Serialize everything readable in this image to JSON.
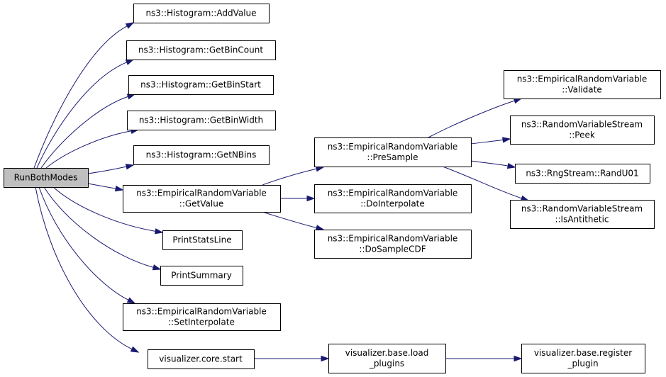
{
  "nodes": {
    "root": {
      "lines": [
        "RunBothModes"
      ]
    },
    "add_value": {
      "lines": [
        "ns3::Histogram::AddValue"
      ]
    },
    "get_bin_count": {
      "lines": [
        "ns3::Histogram::GetBinCount"
      ]
    },
    "get_bin_start": {
      "lines": [
        "ns3::Histogram::GetBinStart"
      ]
    },
    "get_bin_width": {
      "lines": [
        "ns3::Histogram::GetBinWidth"
      ]
    },
    "get_nbins": {
      "lines": [
        "ns3::Histogram::GetNBins"
      ]
    },
    "get_value": {
      "lines": [
        "ns3::EmpiricalRandomVariable",
        "::GetValue"
      ]
    },
    "print_stats_line": {
      "lines": [
        "PrintStatsLine"
      ]
    },
    "print_summary": {
      "lines": [
        "PrintSummary"
      ]
    },
    "set_interpolate": {
      "lines": [
        "ns3::EmpiricalRandomVariable",
        "::SetInterpolate"
      ]
    },
    "viz_start": {
      "lines": [
        "visualizer.core.start"
      ]
    },
    "pre_sample": {
      "lines": [
        "ns3::EmpiricalRandomVariable",
        "::PreSample"
      ]
    },
    "do_interpolate": {
      "lines": [
        "ns3::EmpiricalRandomVariable",
        "::DoInterpolate"
      ]
    },
    "do_sample_cdf": {
      "lines": [
        "ns3::EmpiricalRandomVariable",
        "::DoSampleCDF"
      ]
    },
    "load_plugins": {
      "lines": [
        "visualizer.base.load",
        "_plugins"
      ]
    },
    "validate": {
      "lines": [
        "ns3::EmpiricalRandomVariable",
        "::Validate"
      ]
    },
    "peek": {
      "lines": [
        "ns3::RandomVariableStream",
        "::Peek"
      ]
    },
    "rand_u01": {
      "lines": [
        "ns3::RngStream::RandU01"
      ]
    },
    "is_antithetic": {
      "lines": [
        "ns3::RandomVariableStream",
        "::IsAntithetic"
      ]
    },
    "register_plugin": {
      "lines": [
        "visualizer.base.register",
        "_plugin"
      ]
    }
  },
  "edges": [
    [
      "root",
      "add_value"
    ],
    [
      "root",
      "get_bin_count"
    ],
    [
      "root",
      "get_bin_start"
    ],
    [
      "root",
      "get_bin_width"
    ],
    [
      "root",
      "get_nbins"
    ],
    [
      "root",
      "get_value"
    ],
    [
      "root",
      "print_stats_line"
    ],
    [
      "root",
      "print_summary"
    ],
    [
      "root",
      "set_interpolate"
    ],
    [
      "root",
      "viz_start"
    ],
    [
      "get_value",
      "pre_sample"
    ],
    [
      "get_value",
      "do_interpolate"
    ],
    [
      "get_value",
      "do_sample_cdf"
    ],
    [
      "pre_sample",
      "validate"
    ],
    [
      "pre_sample",
      "peek"
    ],
    [
      "pre_sample",
      "rand_u01"
    ],
    [
      "pre_sample",
      "is_antithetic"
    ],
    [
      "viz_start",
      "load_plugins"
    ],
    [
      "load_plugins",
      "register_plugin"
    ]
  ],
  "colors": {
    "edge": "#191970",
    "root_fill": "#bfbfbf",
    "node_fill": "#ffffff",
    "node_border": "#000000"
  }
}
